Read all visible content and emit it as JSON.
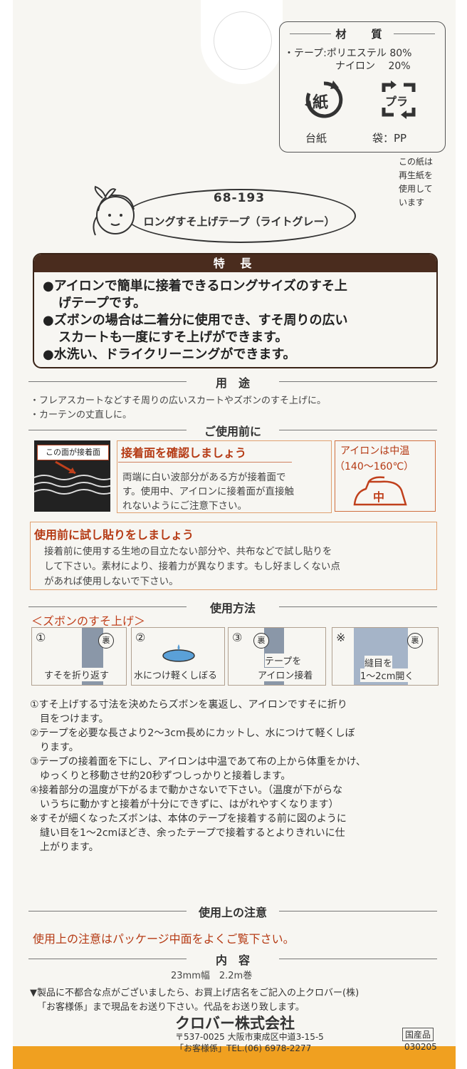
{
  "materials": {
    "title": "材　質",
    "line1": "・テープ:ポリエステル 80%",
    "line2": "ナイロン　 20%",
    "paper_mark": "紙",
    "plastic_mark": "プラ",
    "paper_caption": "台紙",
    "bag_caption": "袋：PP"
  },
  "recycled_note": [
    "この紙は",
    "再生紙を",
    "使用して",
    "います"
  ],
  "product": {
    "code": "68-193",
    "name": "ロングすそ上げテープ（ライトグレー）"
  },
  "features": {
    "heading": "特 長",
    "lines": [
      "●アイロンで簡単に接着できるロングサイズのすそ上",
      "げテープです。",
      "●ズボンの場合は二着分に使用でき、すそ周りの広い",
      "スカートも一度にすそ上げができます。",
      "●水洗い、ドライクリーニングができます。"
    ]
  },
  "usage": {
    "heading": "用　途",
    "lines": [
      "・フレアスカートなどすそ周りの広いスカートやズボンのすそ上げに。",
      "・カーテンの丈直しに。"
    ]
  },
  "before_use": {
    "heading": "ご使用前に",
    "pic_label": "この面が接着面",
    "adhesive_title": "接着面を確認しましょう",
    "adhesive_lines": [
      "両端に白い波部分がある方が接着面で",
      "す。使用中、アイロンに接着面が直接触",
      "れないようにご注意下さい。"
    ],
    "iron_title": "アイロンは中温",
    "iron_temp": "（140～160℃）",
    "iron_mark": "中",
    "trial_title": "使用前に試し貼りをしましょう",
    "trial_lines": [
      "接着前に使用する生地の目立たない部分や、共布などで試し貼りを",
      "して下さい。素材により、接着力が異なります。もし好ましくない点",
      "があれば使用しないで下さい。"
    ]
  },
  "method": {
    "heading": "使用方法",
    "subheading": "＜ズボンのすそ上げ＞",
    "steps": [
      {
        "num": "①",
        "caption": "すそを折り返す",
        "mark": "裏"
      },
      {
        "num": "②",
        "caption": "水につけ軽くしぼる"
      },
      {
        "num": "③",
        "caption1": "テープを",
        "caption2": "アイロン接着",
        "mark": "裏"
      },
      {
        "num": "※",
        "caption1": "縫目を",
        "caption2": "1～2cm開く",
        "mark": "裏"
      }
    ],
    "notes": [
      "①すそ上げする寸法を決めたらズボンを裏返し、アイロンですそに折り",
      "　目をつけます。",
      "②テープを必要な長さより2～3cm長めにカットし、水につけて軽くしぼ",
      "　ります。",
      "③テープの接着面を下にし、アイロンは中温であて布の上から体重をかけ、",
      "　ゆっくりと移動させ約20秒ずつしっかりと接着します。",
      "④接着部分の温度が下がるまで動かさないで下さい。（温度が下がらな",
      "　いうちに動かすと接着が十分にできずに、はがれやすくなります）",
      "※すそが細くなったズボンは、本体のテープを接着する前に図のように",
      "　縫い目を1～2cmほどき、余ったテープで接着するとよりきれいに仕",
      "　上がります。"
    ]
  },
  "caution": {
    "heading": "使用上の注意",
    "text": "使用上の注意はパッケージ中面をよくご覧下さい。"
  },
  "contents": {
    "heading": "内　容",
    "text": "23mm幅　2.2m巻"
  },
  "notice": [
    "▼製品に不都合な点がございましたら、お買上げ店名をご記入の上クロバー(株)",
    "「お客様係」まで現品をお送り下さい。代品をお送り致します。"
  ],
  "company": {
    "name": "クロバー株式会社",
    "address": "〒537-0025 大阪市東成区中道3-15-5",
    "tel": "「お客様係」TEL.(06) 6978-2277",
    "origin": "国産品",
    "lot": "030205"
  },
  "colors": {
    "accent": "#b53a14",
    "feature_header": "#4a2c1e",
    "bottom_edge": "#f0a020"
  }
}
